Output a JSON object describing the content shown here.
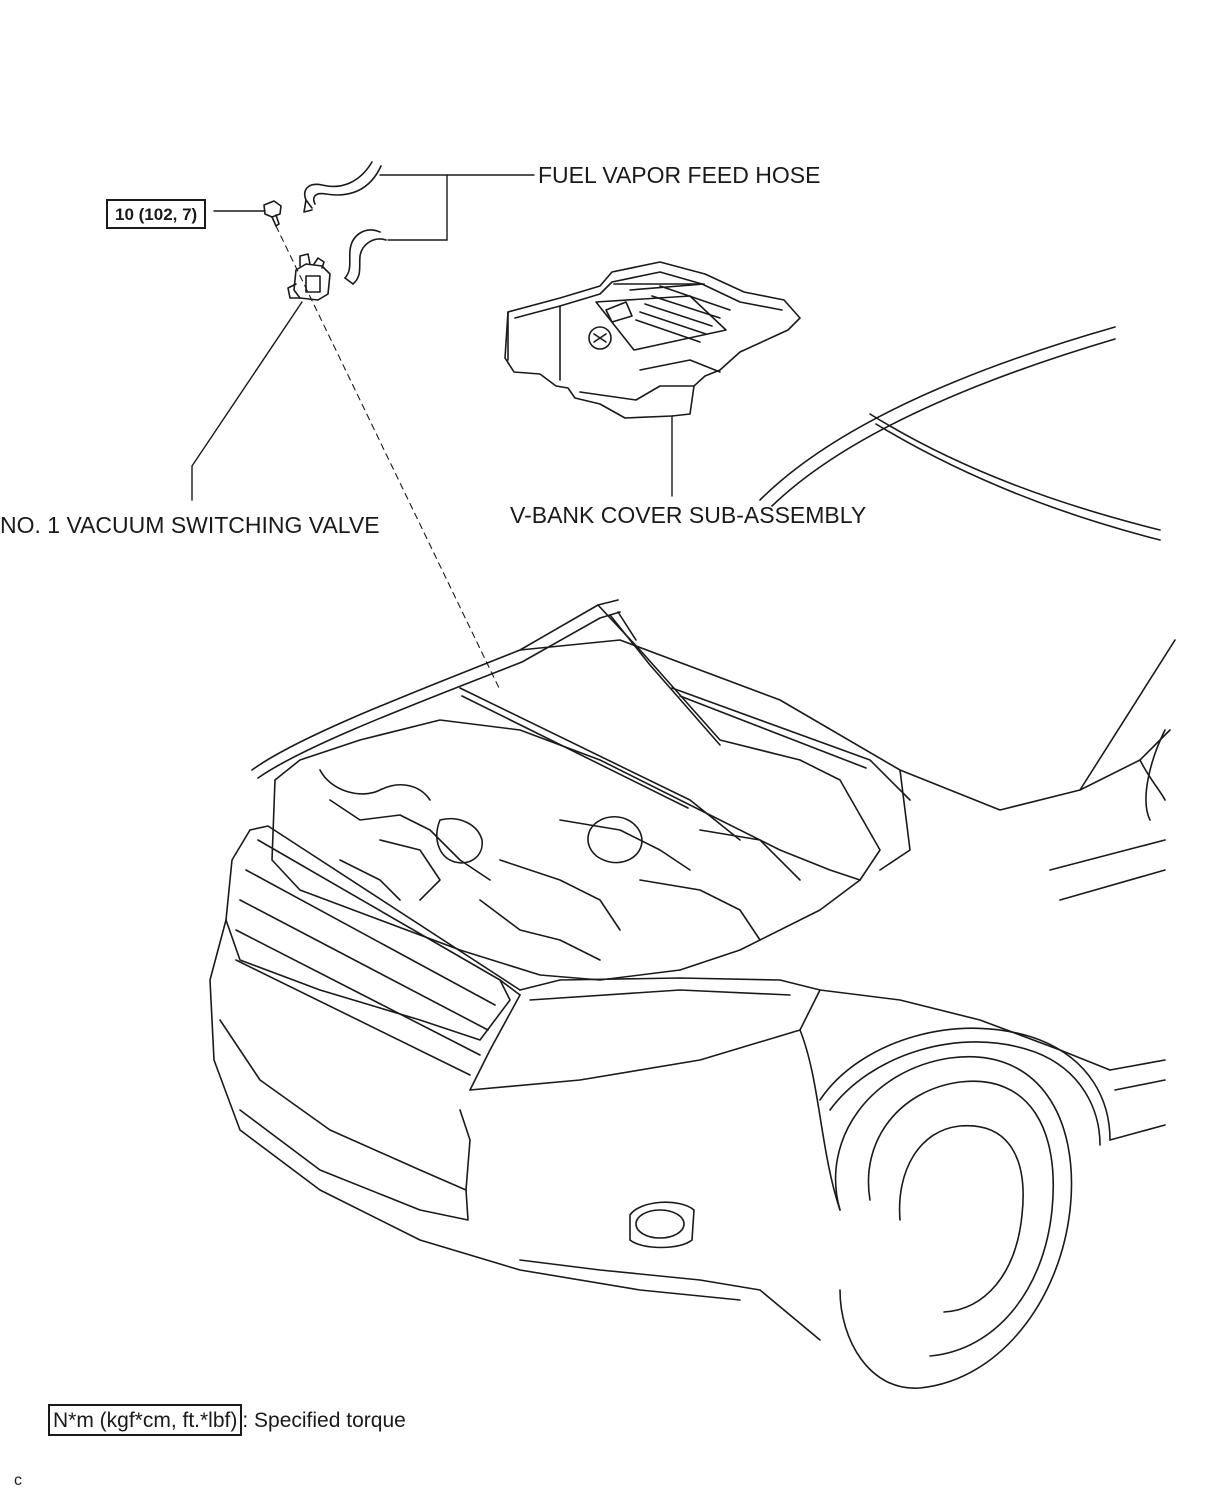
{
  "callouts": {
    "fuel_vapor_feed_hose": "FUEL VAPOR FEED HOSE",
    "vacuum_switching_valve": "NO. 1 VACUUM SWITCHING VALVE",
    "v_bank_cover": "V-BANK COVER SUB-ASSEMBLY"
  },
  "torque": {
    "bolt_value": "10 (102, 7)"
  },
  "legend": {
    "unit_box": "N*m (kgf*cm, ft.*lbf)",
    "description": ": Specified torque"
  },
  "footer": {
    "code": "c"
  },
  "colors": {
    "line": "#1a1a1a",
    "background": "#ffffff"
  }
}
